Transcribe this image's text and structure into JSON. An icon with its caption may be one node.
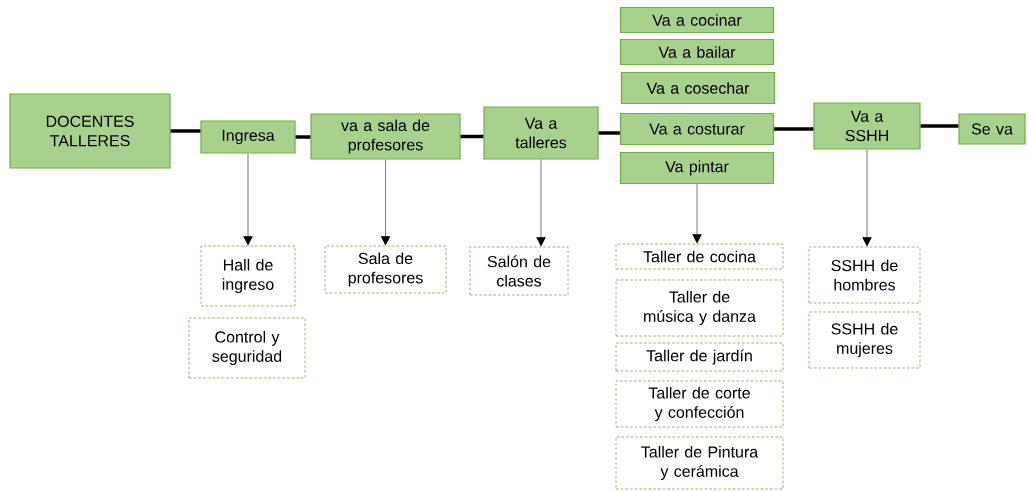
{
  "diagram": {
    "nodes": [
      {
        "text": [
          "DOCENTES TALLERES"
        ]
      },
      {
        "text": [
          "Ingresa"
        ]
      },
      {
        "text": [
          "va a sala de profesores"
        ]
      },
      {
        "text": [
          "Va a talleres"
        ]
      },
      {
        "text": [
          "Va a cocinar"
        ]
      },
      {
        "text": [
          "Va a bailar"
        ]
      },
      {
        "text": [
          "Va a cosechar"
        ]
      },
      {
        "text": [
          "Va a costurar"
        ]
      },
      {
        "text": [
          "Va pintar"
        ]
      },
      {
        "text": [
          "Va a SSHH"
        ]
      },
      {
        "text": [
          "Se va"
        ]
      },
      {
        "text": [
          "Hall de ingreso"
        ]
      },
      {
        "text": [
          "Control y seguridad"
        ]
      },
      {
        "text": [
          "Sala de profesores"
        ]
      },
      {
        "text": [
          "Salón de clases"
        ]
      },
      {
        "text": [
          "Taller de cocina"
        ]
      },
      {
        "text": [
          "Taller de música y danza"
        ]
      },
      {
        "text": [
          "Taller de jardín"
        ]
      },
      {
        "text": [
          "Taller de corte y confección"
        ]
      },
      {
        "text": [
          "Taller de Pintura y cerámica"
        ]
      },
      {
        "text": [
          "SSHH de hombres"
        ]
      },
      {
        "text": [
          "SSHH de mujeres"
        ]
      }
    ],
    "edges": [
      {
        "from": 0,
        "to": 1,
        "arrow": "none"
      },
      {
        "from": 1,
        "to": 2,
        "arrow": "none"
      },
      {
        "from": 2,
        "to": 3,
        "arrow": "none"
      },
      {
        "from": 3,
        "to": 7,
        "arrow": "none"
      },
      {
        "from": 7,
        "to": 9,
        "arrow": "none"
      },
      {
        "from": 9,
        "to": 10,
        "arrow": "none"
      },
      {
        "from": 1,
        "to": 11,
        "arrow": "to",
        "color": "#7f7f7f"
      },
      {
        "from": 2,
        "to": 13,
        "arrow": "to",
        "color": "#7f7f7f"
      },
      {
        "from": 3,
        "to": 14,
        "arrow": "to",
        "color": "#7f7f7f"
      },
      {
        "from": 8,
        "to": 15,
        "arrow": "to",
        "color": "#7f7f7f"
      },
      {
        "from": 9,
        "to": 20,
        "arrow": "to",
        "color": "#7f7f7f"
      }
    ]
  }
}
